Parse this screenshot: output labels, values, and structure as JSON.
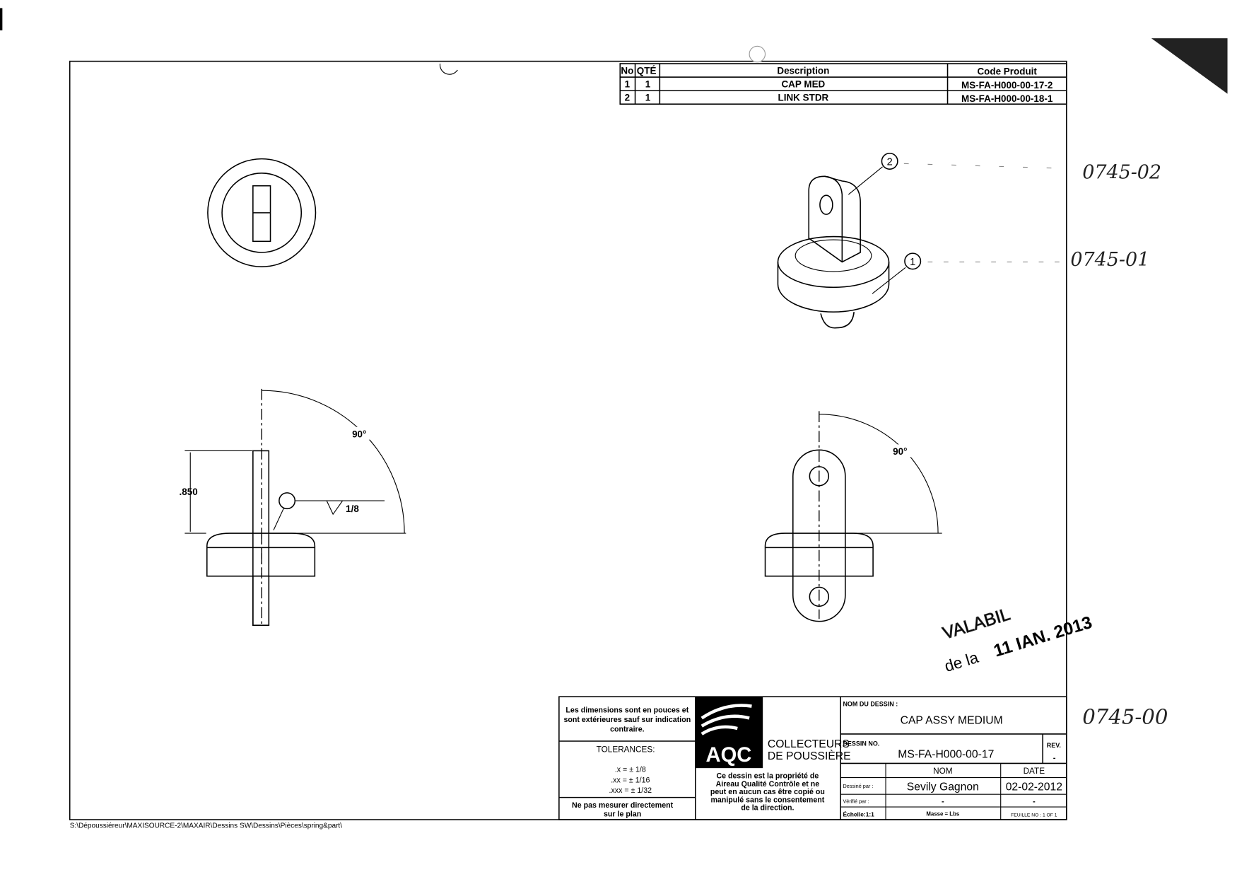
{
  "bom": {
    "headers": [
      "No",
      "QTÉ",
      "Description",
      "Code Produit"
    ],
    "rows": [
      {
        "no": "1",
        "qty": "1",
        "description": "CAP MED",
        "code": "MS-FA-H000-00-17-2"
      },
      {
        "no": "2",
        "qty": "1",
        "description": "LINK STDR",
        "code": "MS-FA-H000-00-18-1"
      }
    ]
  },
  "balloons": [
    "2",
    "1"
  ],
  "dimensions": {
    "height": ".850",
    "angle_left": "90°",
    "weld": "1/8",
    "angle_right": "90°"
  },
  "handwritten": {
    "part2": "0745-02",
    "part1": "0745-01",
    "assembly": "0745-00"
  },
  "stamp": {
    "line1": "VALABIL",
    "prefix": "de la",
    "date": "11 IAN. 2013"
  },
  "title_block": {
    "note": [
      "Les dimensions sont en pouces et",
      "sont extérieures sauf sur indication",
      "contraire."
    ],
    "tolerances_label": "TOLERANCES:",
    "tolerances": [
      ".x = ± 1/8",
      ".xx = ± 1/16",
      ".xxx = ± 1/32"
    ],
    "no_measure": [
      "Ne pas mesurer directement",
      "sur le plan"
    ],
    "logo": "AQC",
    "company": [
      "COLLECTEURS",
      "DE POUSSIÈRE"
    ],
    "property": [
      "Ce dessin est la propriété de",
      "Aireau Qualité Contrôle et ne",
      "peut en aucun cas être copié ou",
      "manipulé sans le consentement",
      "de la direction."
    ],
    "name_label": "NOM DU DESSIN :",
    "name": "CAP ASSY MEDIUM",
    "number_label": "DESSIN NO.",
    "number": "MS-FA-H000-00-17",
    "rev_label": "REV.",
    "rev": "-",
    "col_nom": "NOM",
    "col_date": "DATE",
    "drawn_label": "Dessiné par :",
    "drawn_by": "Sevily Gagnon",
    "drawn_date": "02-02-2012",
    "checked_label": "Vérifié par :",
    "checked_by": "-",
    "checked_date": "-",
    "scale": "Échelle:1:1",
    "mass": "Masse = Lbs",
    "sheet": "FEUILLE NO : 1 OF 1"
  },
  "file_path": "S:\\Dépoussiéreur\\MAXISOURCE-2\\MAXAIR\\Dessins SW\\Dessins\\Pièces\\spring&part\\"
}
